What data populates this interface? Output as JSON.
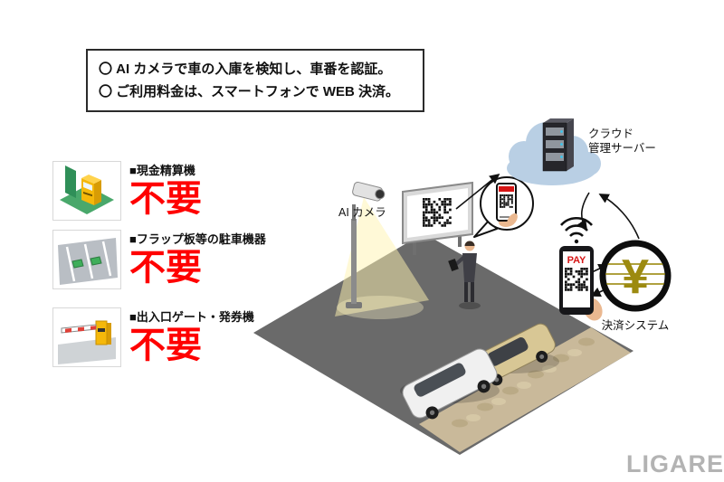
{
  "header": {
    "line1": "〇 AI カメラで車の入庫を検知し、車番を認証。",
    "line2": "〇 ご利用料金は、スマートフォンで WEB 決済。"
  },
  "features": [
    {
      "label": "■現金精算機",
      "status": "不要"
    },
    {
      "label": "■フラップ板等の駐車機器",
      "status": "不要"
    },
    {
      "label": "■出入口ゲート・発券機",
      "status": "不要"
    }
  ],
  "diagram": {
    "camera_label": "AI カメラ",
    "cloud_label_line1": "クラウド",
    "cloud_label_line2": "管理サーバー",
    "payment_system_label": "決済システム",
    "pay_badge": "PAY",
    "yen_mark": "¥"
  },
  "watermark": "LIGARE",
  "colors": {
    "status_red": "#ff0000",
    "pay_red": "#d61515",
    "yen_gold": "#9c8a10",
    "cloud_blue": "#b9cfe4",
    "machine_yellow": "#f5b80a",
    "flap_green": "#3fae5a",
    "ground_gray": "#6a6a6a",
    "path_tan": "#c9b99a"
  }
}
